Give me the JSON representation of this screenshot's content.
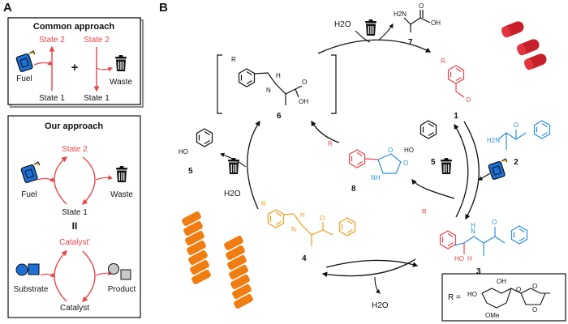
{
  "panels": {
    "a": "A",
    "b": "B"
  },
  "common": {
    "title": "Common approach",
    "state2_left": "State 2",
    "state2_right": "State 2",
    "fuel": "Fuel",
    "plus": "+",
    "waste": "Waste",
    "state1_left": "State 1",
    "state1_right": "State 1"
  },
  "ours": {
    "title": "Our approach",
    "state2": "State 2",
    "fuel": "Fuel",
    "waste": "Waste",
    "state1": "State 1",
    "equiv": "II",
    "catalyst_prime": "Catalyst'",
    "substrate": "Substrate",
    "product": "Product",
    "catalyst": "Catalyst"
  },
  "compounds": {
    "c1": "1",
    "c2": "2",
    "c3": "3",
    "c4": "4",
    "c5a": "5",
    "c5b": "5",
    "c6": "6",
    "c7": "7",
    "c8": "8"
  },
  "atoms": {
    "water_top": "H2O",
    "water_left": "H2O",
    "water_bottom": "H2O",
    "h2n_7": "H2N",
    "oh_7": "OH",
    "o_7": "O",
    "r_1": "R",
    "o_1": "O",
    "h2n_2": "H2N",
    "o_2": "O",
    "r_3": "R",
    "hn_3": "H",
    "n_3": "N",
    "ho_3": "HO",
    "h_3": "H",
    "o_3": "O",
    "r_4": "R",
    "n_4": "N",
    "h_4": "H",
    "o_4": "O",
    "r_6": "R",
    "n_6": "N",
    "h_6": "H",
    "oh_6": "OH",
    "o_6": "O",
    "r_8": "R",
    "nh_8": "NH",
    "o_ring_8": "O",
    "o_8": "O",
    "ho_5a": "HO",
    "ho_5b": "HO",
    "r_def": "R =",
    "ho_def": "HO",
    "oh_def": "OH",
    "o_def1": "O",
    "o_def2": "O",
    "o_def3": "O",
    "ome_def": "OMe"
  },
  "colors": {
    "red": "#e8454a",
    "blue": "#2d8fe0",
    "orange": "#f39a1f",
    "fiber_red": "#c8202a",
    "fiber_orange": "#f07d12",
    "fuel_blue": "#1b6fd6"
  }
}
